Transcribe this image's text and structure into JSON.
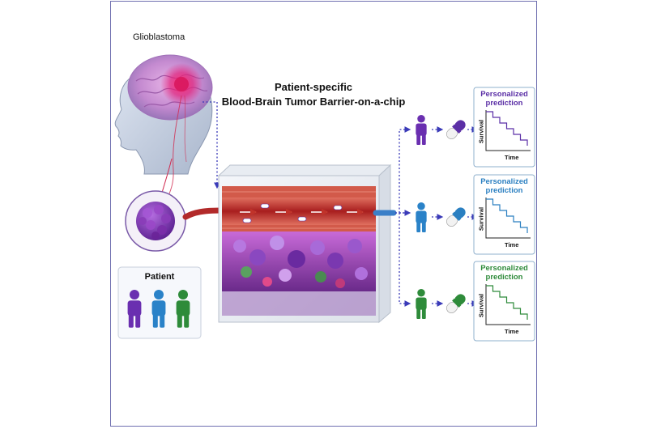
{
  "labels": {
    "glioblastoma": "Glioblastoma",
    "title_line1": "Patient-specific",
    "title_line2": "Blood-Brain Tumor Barrier-on-a-chip",
    "patient": "Patient"
  },
  "predictions": [
    {
      "title_line1": "Personalized",
      "title_line2": "prediction",
      "ylabel": "Survival",
      "xlabel": "Time",
      "color": "#5b2fa6",
      "person_color": "#6a2fb0"
    },
    {
      "title_line1": "Personalized",
      "title_line2": "prediction",
      "ylabel": "Survival",
      "xlabel": "Time",
      "color": "#2a7fc1",
      "person_color": "#2a82c8"
    },
    {
      "title_line1": "Personalized",
      "title_line2": "prediction",
      "ylabel": "Survival",
      "xlabel": "Time",
      "color": "#2e8b3a",
      "person_color": "#2e8b3a"
    }
  ],
  "colors": {
    "frame": "#6f6fb0",
    "arrow": "#3a3ab8",
    "vessel": "#c0332a",
    "tumor": "#7a2fa0",
    "capsule_white": "#f2f2f2",
    "capsule_purple": "#5b2fa6"
  },
  "icons": [
    "head-silhouette-icon",
    "brain-icon",
    "tumor-sphere-icon",
    "person-icon",
    "capsule-icon",
    "chip-icon"
  ]
}
